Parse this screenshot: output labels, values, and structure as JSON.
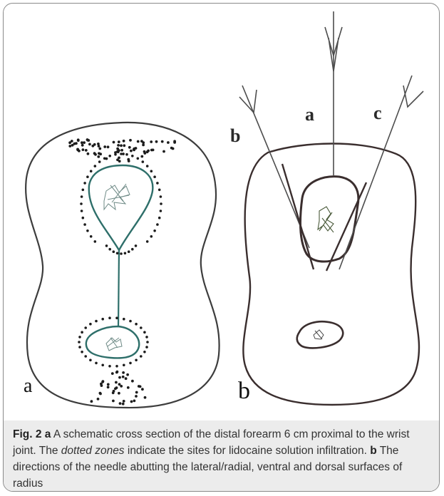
{
  "figure": {
    "panel_a": {
      "letter": "a"
    },
    "panel_b": {
      "letter": "b",
      "needle_labels": {
        "b": "b",
        "a": "a",
        "c": "c"
      }
    },
    "caption": {
      "fig_label": "Fig. 2",
      "part_a_label": "a",
      "part_a_text_1": " A schematic cross section of the distal forearm 6 cm proximal to the wrist joint. The ",
      "part_a_emph": "dotted zones",
      "part_a_text_2": " indicate the sites for lidocaine solution infiltration. ",
      "part_b_label": "b",
      "part_b_text": " The directions of the needle abutting the lateral/radial, ventral and dorsal surfaces of radius"
    },
    "colors": {
      "sketch_outline": "#3d3d3d",
      "bone_outline": "#2e6f6a",
      "dot_color": "#1c1c1c",
      "needle_color": "#4d4d4d",
      "caption_bg": "#ececec"
    }
  }
}
